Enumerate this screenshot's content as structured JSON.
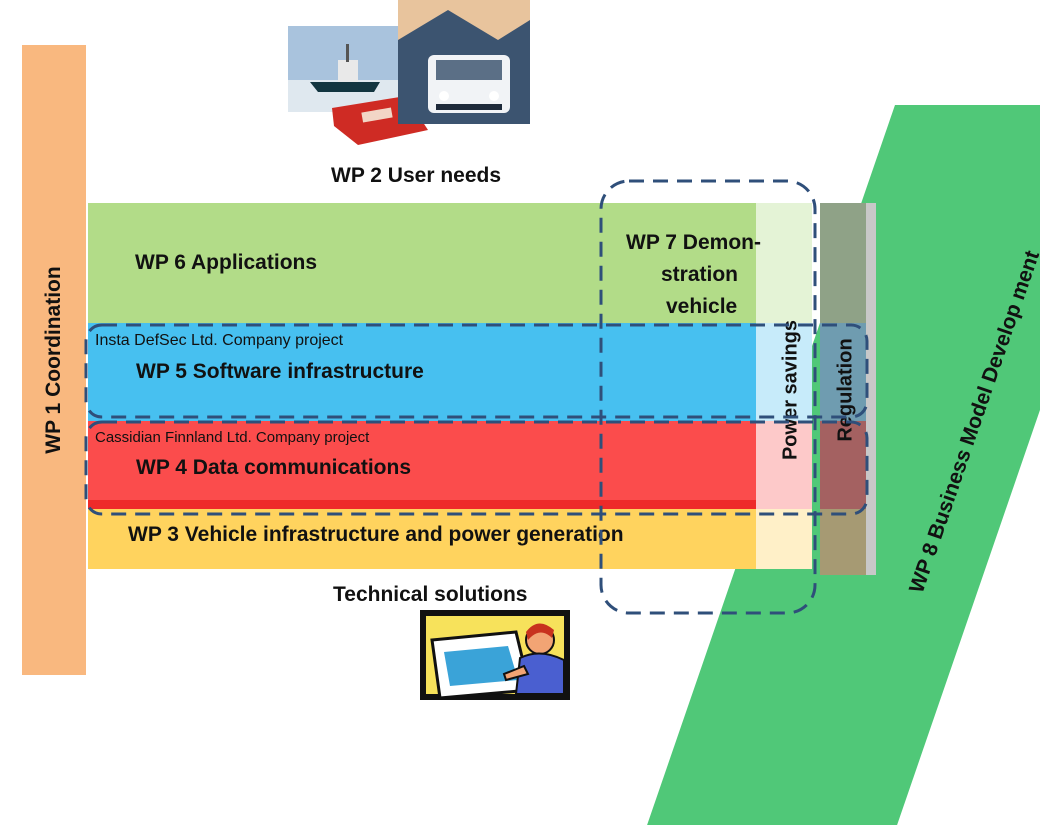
{
  "wp1": {
    "label": "WP 1 Coordination"
  },
  "wp2": {
    "label": "WP 2 User needs"
  },
  "wp3": {
    "label": "WP 3  Vehicle infrastructure and  power generation"
  },
  "wp4": {
    "label": "WP 4 Data communications",
    "company": "Cassidian Finnland Ltd. Company project"
  },
  "wp5": {
    "label": "WP 5  Software infrastructure",
    "company": "Insta DefSec Ltd. Company project"
  },
  "wp6": {
    "label": "WP 6  Applications"
  },
  "wp7": {
    "line1": "WP 7 Demon-",
    "line2": "stration",
    "line3": "vehicle"
  },
  "wp8": {
    "label": "WP 8  Business Model Develop ment"
  },
  "power_savings": {
    "label": "Power savings"
  },
  "regulation": {
    "label": "Regulation"
  },
  "technical_solutions": {
    "label": "Technical solutions"
  },
  "colors": {
    "coordination": "#f9b87f",
    "applications": "#b2dc88",
    "software": "#47c0f0",
    "datacomm": "#fb4c4c",
    "vehicle": "#ffd35e",
    "business": "#50c878",
    "dashed_outline": "#2f4f7a"
  }
}
